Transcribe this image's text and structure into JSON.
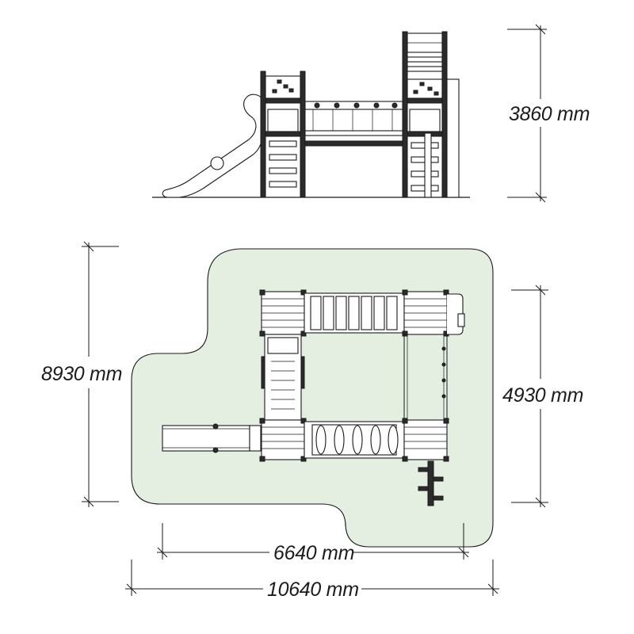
{
  "dimensions": {
    "height": "3860 mm",
    "depth_total": "8930 mm",
    "depth_structure": "4930 mm",
    "width_structure": "6640 mm",
    "width_total": "10640 mm"
  },
  "colors": {
    "safety_zone": "#e4efe2",
    "line": "#1a1a1a"
  }
}
